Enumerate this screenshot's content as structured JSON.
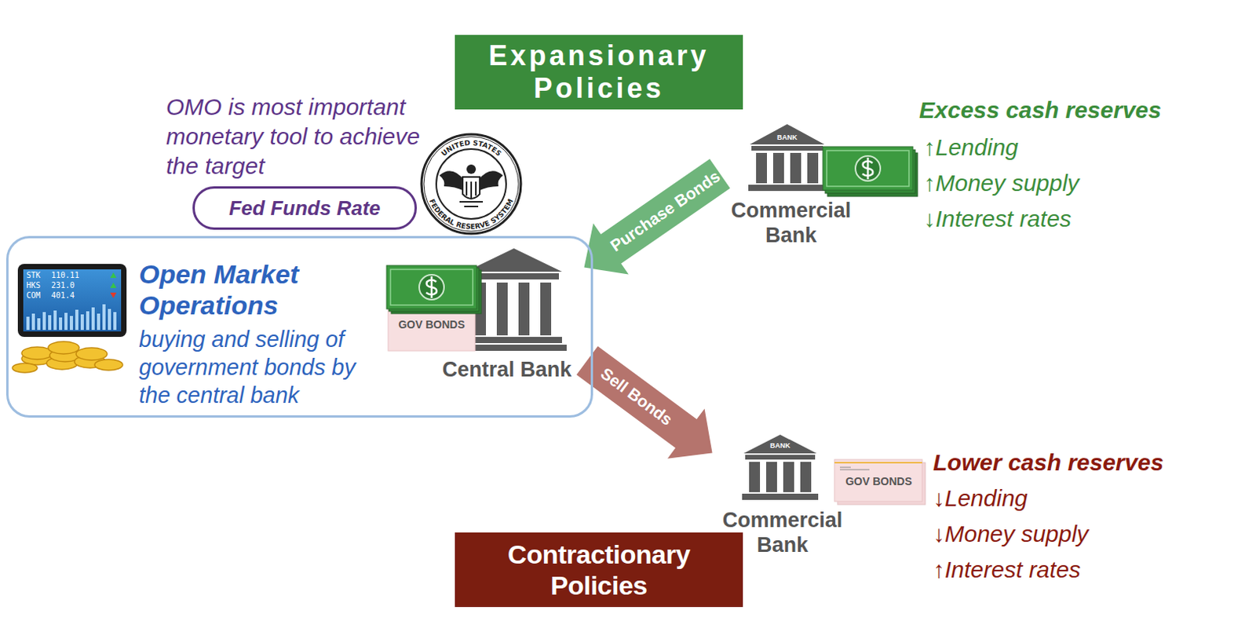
{
  "diagram": {
    "nodes": [
      {
        "text": [
          "Expansionary Policies"
        ]
      },
      {
        "text": [
          "Fed Funds Rate"
        ]
      },
      {
        "text": [
          "Open Market Operations",
          "buying and selling of government bonds by the central bank"
        ]
      },
      {
        "text": [
          "Central Bank"
        ],
        "in": 2
      },
      {
        "text": [
          "Commercial Bank"
        ]
      },
      {
        "text": [
          "Commercial Bank"
        ]
      },
      {
        "text": [
          "Contractionary Policies"
        ]
      }
    ],
    "edges": [
      {
        "from": 4,
        "to": 3,
        "label": "Purchase Bonds",
        "arrow": "to"
      },
      {
        "from": 3,
        "to": 5,
        "label": "Sell Bonds",
        "arrow": "to"
      }
    ],
    "labels": [
      "OMO is most important monetary tool to achieve the target",
      "UNITED STATES",
      "FEDERAL RESERVE SYSTEM",
      "STK",
      "110.11",
      "HKS",
      "231.0",
      "COM",
      "401.4",
      "GOV BONDS",
      "BANK",
      "Excess cash reserves",
      "↑Lending",
      "↑Money supply",
      "↓Interest rates",
      "BANK",
      "GOV BONDS",
      "Lower cash reserves",
      "↓Lending",
      "↓Money supply",
      "↑Interest rates"
    ]
  }
}
